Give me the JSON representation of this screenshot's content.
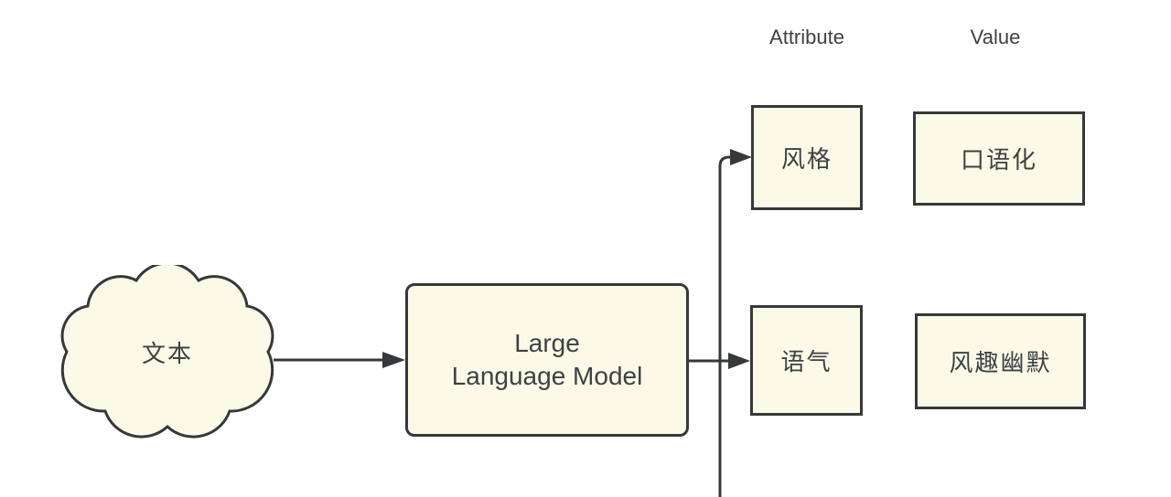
{
  "diagram": {
    "colors": {
      "background": "#ffffff",
      "node_fill": "#fbfae7",
      "stroke": "#363839",
      "text_color": "#3e4144"
    },
    "headers": {
      "attribute": "Attribute",
      "value": "Value"
    },
    "nodes": {
      "input_cloud": {
        "label": "文本"
      },
      "llm": {
        "label_line1": "Large",
        "label_line2": "Language Model"
      },
      "attributes": [
        {
          "label": "风格"
        },
        {
          "label": "语气"
        }
      ],
      "values": [
        {
          "label": "口语化"
        },
        {
          "label": "风趣幽默"
        }
      ]
    }
  }
}
